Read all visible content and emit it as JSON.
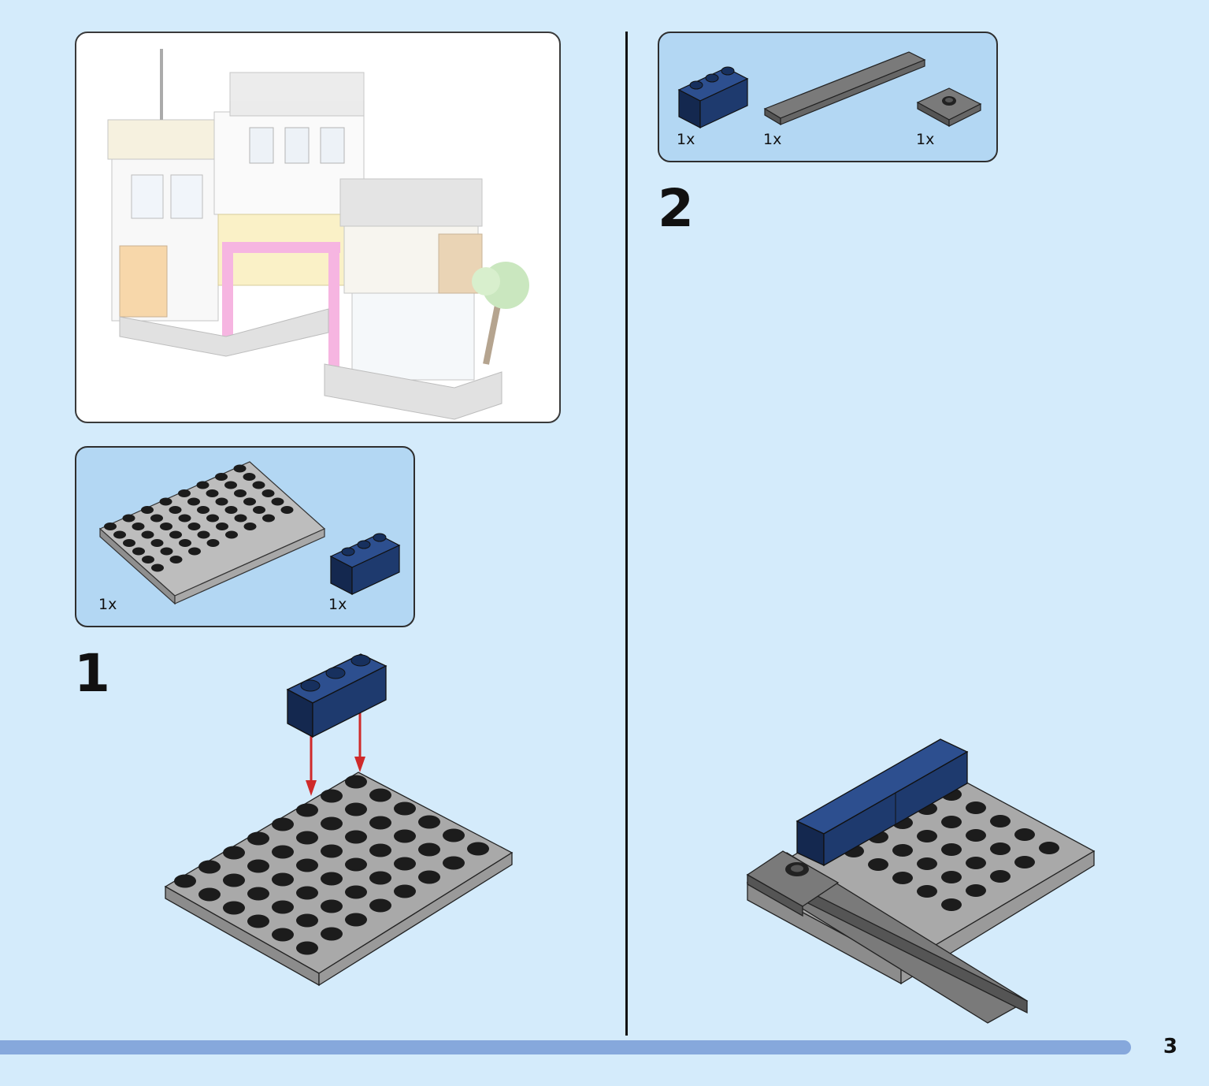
{
  "preview": {
    "description_hidden": ""
  },
  "parts_step1": {
    "items": [
      {
        "name": "grey-plate-6x8",
        "qty": "1x"
      },
      {
        "name": "blue-brick-1x3",
        "qty": "1x"
      }
    ]
  },
  "parts_step2": {
    "items": [
      {
        "name": "blue-brick-1x3",
        "qty": "1x"
      },
      {
        "name": "dark-grey-tile-1x8",
        "qty": "1x"
      },
      {
        "name": "dark-grey-plate-2x2-jumper",
        "qty": "1x"
      }
    ]
  },
  "step1": {
    "number": "1"
  },
  "step2": {
    "number": "2"
  },
  "page": {
    "number": "3"
  },
  "colors": {
    "background": "#d4ebfb",
    "parts_panel": "#b3d7f3",
    "blue_brick": "#1e3a6e",
    "grey_plate": "#a3a3a3",
    "dark_grey": "#6b6b6b",
    "arrow": "#cf2a2a",
    "bottom_bar": "#86a8dc"
  }
}
